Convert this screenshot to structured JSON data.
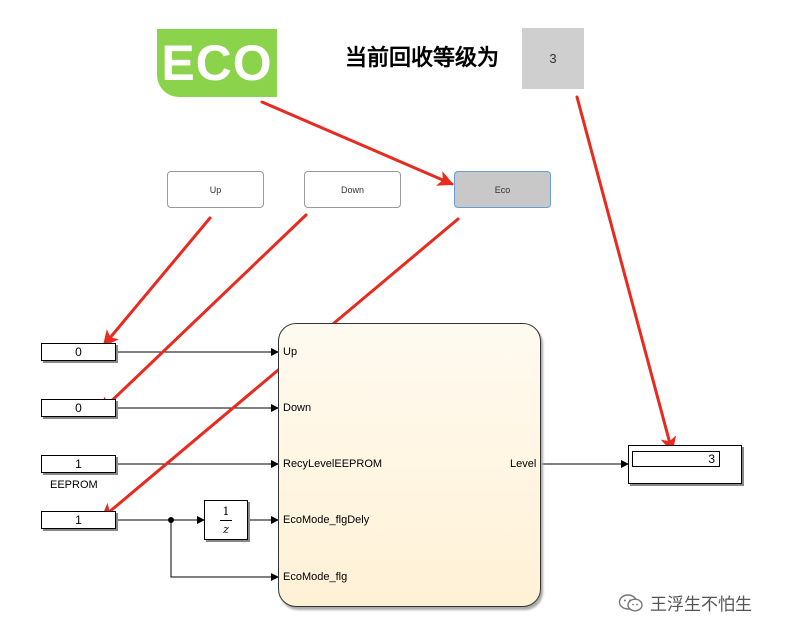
{
  "header": {
    "eco_logo_text": "ECO",
    "level_title": "当前回收等级为",
    "level_value": "3"
  },
  "buttons": [
    {
      "label": "Up",
      "active": false
    },
    {
      "label": "Down",
      "active": false
    },
    {
      "label": "Eco",
      "active": true
    }
  ],
  "constants": {
    "up": "0",
    "down": "0",
    "recy_level": "1",
    "eco_mode": "1"
  },
  "labels": {
    "eeprom": "EEPROM"
  },
  "unit_delay": {
    "numerator": "1",
    "denominator": "z"
  },
  "chart": {
    "inputs": [
      "Up",
      "Down",
      "RecyLevelEEPROM",
      "EcoMode_flgDely",
      "EcoMode_flg"
    ],
    "output": "Level"
  },
  "display": {
    "value": "3"
  },
  "watermark": {
    "text": "王浮生不怕生"
  },
  "colors": {
    "eco_green": "#8bd34a",
    "arrow_red": "#e82a1f",
    "chart_fill": "#fff1d6",
    "active_button": "#c8c8c8"
  }
}
